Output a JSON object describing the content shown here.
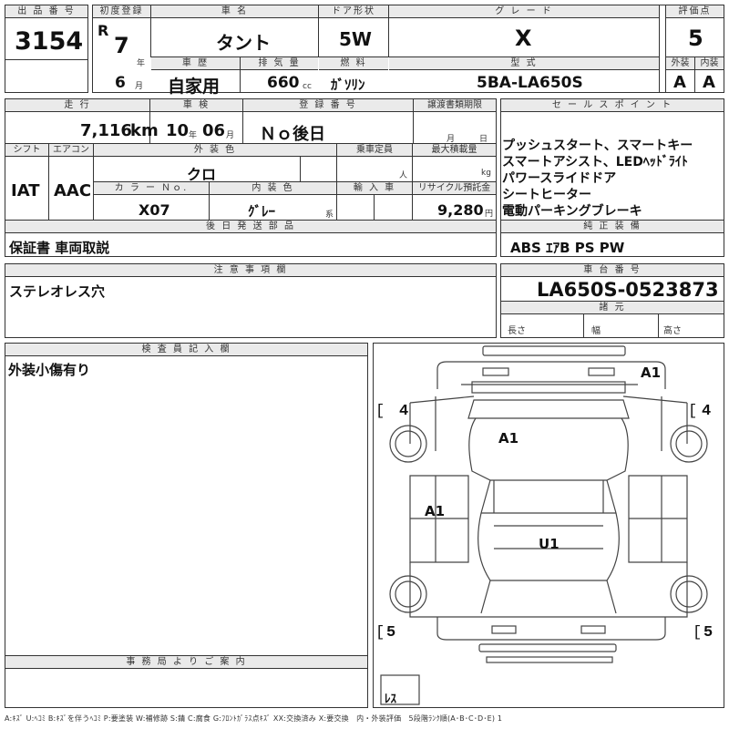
{
  "headers": {
    "lot_no": "出 品 番 号",
    "first_reg": "初度登録",
    "car_name": "車 名",
    "door": "ドア形状",
    "grade": "グ レ ー ド",
    "score": "評価点",
    "history": "車 歴",
    "displacement": "排 気 量",
    "fuel": "燃 料",
    "model_type": "型 式",
    "exterior": "外装",
    "interior": "内装",
    "mileage": "走 行",
    "inspection": "車 検",
    "reg_no": "登 録 番 号",
    "transfer_deadline": "譲渡書類期限",
    "sales_points": "セ ー ル ス ポ イ ン ト",
    "shift": "シフト",
    "aircon": "エアコン",
    "ext_color": "外 装 色",
    "capacity": "乗車定員",
    "max_load": "最大積載量",
    "color_no": "カ ラ ー Ｎｏ.",
    "int_color": "内 装 色",
    "import": "輸 入 車",
    "recycle": "リサイクル預託金",
    "later_items": "後 日 発 送 部 品",
    "genuine_equip": "純 正 装 備",
    "notes": "注 意 事 項 欄",
    "chassis_no": "車 台 番 号",
    "dims": "諸 元",
    "inspector": "検 査 員 記 入 欄",
    "office": "事 務 局 よ り ご 案 内"
  },
  "units": {
    "year": "年",
    "month": "月",
    "cc": "cc",
    "km": "km",
    "insp_year": "年",
    "insp_month": "月",
    "deadline_month": "月",
    "deadline_day": "日",
    "person": "人",
    "kg": "kg",
    "kei": "系",
    "yen": "円",
    "len": "長さ",
    "width": "幅",
    "height": "高さ"
  },
  "values": {
    "lot_no": "3154",
    "era": "R",
    "first_reg_year": "7",
    "first_reg_month": "6",
    "car_name": "タント",
    "door": "5W",
    "grade": "X",
    "score": "5",
    "history": "自家用",
    "displacement": "660",
    "fuel": "ｶﾞｿﾘﾝ",
    "model_type": "5BA-LA650S",
    "exterior_grade": "A",
    "interior_grade": "A",
    "mileage": "7,116",
    "insp_year": "10",
    "insp_month": "06",
    "reg_no": "Ｎｏ後日",
    "shift": "IAT",
    "aircon": "AAC",
    "ext_color": "クロ",
    "color_no": "X07",
    "int_color": "ｸﾞﾚｰ",
    "recycle": "9,280",
    "later_items": "保証書 車両取説",
    "genuine_equip": "ABS ｴｱB PS PW",
    "notes": "ステレオレス穴",
    "chassis_no": "LA650S-0523873",
    "inspector_note": "外装小傷有り"
  },
  "sales_points": [
    "プッシュスタート、スマートキー",
    "スマートアシスト、LEDﾍｯﾄﾞﾗｲﾄ",
    "パワースライドドア",
    "シートヒーター",
    "電動パーキングブレーキ"
  ],
  "diagram": {
    "tire_fl": "4",
    "tire_fr": "4",
    "tire_rl": "5",
    "tire_rr": "5",
    "spare": "ﾚｽ",
    "marks": [
      "A1",
      "A1",
      "A1",
      "U1"
    ]
  },
  "legend": "A:ｷｽﾞ U:ﾍｺﾐ B:ｷｽﾞを伴うﾍｺﾐ P:要塗装 W:補修跡 S:錆 C:腐食 G:ﾌﾛﾝﾄｶﾞﾗｽ点ｷｽﾞ XX:交換済み X:要交換　内・外装評価　5段階ﾗﾝｸ順(A･B･C･D･E) 1"
}
